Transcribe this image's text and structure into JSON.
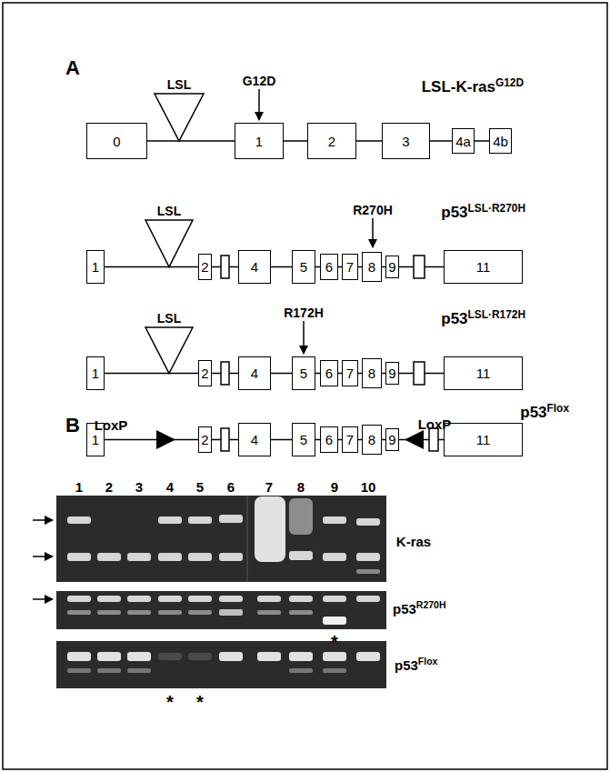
{
  "diagram": {
    "nodes": [
      {
        "text": [
          "0"
        ]
      },
      {
        "text": [
          "1"
        ]
      },
      {
        "text": [
          "2"
        ]
      },
      {
        "text": [
          "3"
        ]
      },
      {
        "text": [
          "4a"
        ]
      },
      {
        "text": [
          "4b"
        ]
      },
      {
        "text": [
          "1"
        ]
      },
      {
        "text": [
          "2"
        ]
      },
      {
        "text": [
          "4"
        ]
      },
      {
        "text": [
          "5"
        ]
      },
      {
        "text": [
          "6"
        ]
      },
      {
        "text": [
          "7"
        ]
      },
      {
        "text": [
          "8"
        ]
      },
      {
        "text": [
          "9"
        ]
      },
      {
        "text": [
          "11"
        ]
      },
      {
        "text": [
          "1"
        ]
      },
      {
        "text": [
          "2"
        ]
      },
      {
        "text": [
          "4"
        ]
      },
      {
        "text": [
          "5"
        ]
      },
      {
        "text": [
          "6"
        ]
      },
      {
        "text": [
          "7"
        ]
      },
      {
        "text": [
          "8"
        ]
      },
      {
        "text": [
          "9"
        ]
      },
      {
        "text": [
          "11"
        ]
      },
      {
        "text": [
          "1"
        ]
      },
      {
        "text": [
          "2"
        ]
      },
      {
        "text": [
          "4"
        ]
      },
      {
        "text": [
          "5"
        ]
      },
      {
        "text": [
          "6"
        ]
      },
      {
        "text": [
          "7"
        ]
      },
      {
        "text": [
          "8"
        ]
      },
      {
        "text": [
          "9"
        ]
      },
      {
        "text": [
          "11"
        ]
      }
    ],
    "edges": [
      {
        "from": 0,
        "to": 1,
        "arrow": "none"
      },
      {
        "from": 1,
        "to": 2,
        "arrow": "none"
      },
      {
        "from": 2,
        "to": 3,
        "arrow": "none"
      },
      {
        "from": 3,
        "to": 4,
        "arrow": "none"
      },
      {
        "from": 4,
        "to": 5,
        "arrow": "none"
      },
      {
        "from": 6,
        "to": 7,
        "arrow": "none"
      },
      {
        "from": 8,
        "to": 9,
        "arrow": "none"
      },
      {
        "from": 9,
        "to": 10,
        "arrow": "none"
      },
      {
        "from": 10,
        "to": 11,
        "arrow": "none"
      },
      {
        "from": 11,
        "to": 12,
        "arrow": "none"
      },
      {
        "from": 12,
        "to": 13,
        "arrow": "none"
      },
      {
        "from": 15,
        "to": 16,
        "arrow": "none"
      },
      {
        "from": 17,
        "to": 18,
        "arrow": "none"
      },
      {
        "from": 18,
        "to": 19,
        "arrow": "none"
      },
      {
        "from": 19,
        "to": 20,
        "arrow": "none"
      },
      {
        "from": 20,
        "to": 21,
        "arrow": "none"
      },
      {
        "from": 21,
        "to": 22,
        "arrow": "none"
      },
      {
        "from": 24,
        "to": 25,
        "arrow": "none"
      },
      {
        "from": 26,
        "to": 27,
        "arrow": "none"
      },
      {
        "from": 27,
        "to": 28,
        "arrow": "none"
      },
      {
        "from": 28,
        "to": 29,
        "arrow": "none"
      },
      {
        "from": 29,
        "to": 30,
        "arrow": "none"
      },
      {
        "from": 30,
        "to": 31,
        "arrow": "none"
      }
    ],
    "labels": [
      "A",
      "LSL-K-ras",
      "G12D",
      "LSL",
      "G12D",
      "p53",
      "LSL·R270H",
      "LSL",
      "R270H",
      "p53",
      "LSL·R172H",
      "LSL",
      "R172H",
      "p53",
      "Flox",
      "B",
      "LoxP",
      "LoxP",
      "1",
      "2",
      "3",
      "4",
      "5",
      "6",
      "7",
      "8",
      "9",
      "10",
      "K-ras",
      "p53",
      "R270H",
      "*",
      "p53",
      "Flox",
      "*",
      "*"
    ]
  }
}
